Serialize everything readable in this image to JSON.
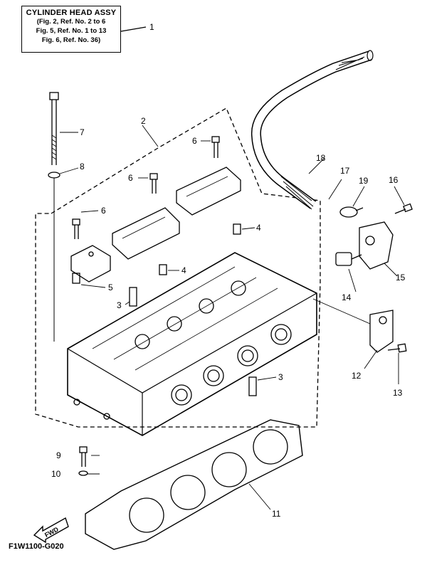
{
  "assembly_box": {
    "title": "CYLINDER HEAD ASSY",
    "refs": [
      "(Fig. 2, Ref. No. 2 to 6",
      "Fig. 5, Ref. No. 1 to 13",
      "Fig. 6, Ref. No. 36)"
    ]
  },
  "diagram_code": "F1W1100-G020",
  "fwd_label": "FWD",
  "callouts": {
    "c1": "1",
    "c2": "2",
    "c3a": "3",
    "c3b": "3",
    "c4a": "4",
    "c4b": "4",
    "c5": "5",
    "c6a": "6",
    "c6b": "6",
    "c6c": "6",
    "c7": "7",
    "c8": "8",
    "c9": "9",
    "c10": "10",
    "c11": "11",
    "c12": "12",
    "c13": "13",
    "c14": "14",
    "c15": "15",
    "c16": "16",
    "c17": "17",
    "c18": "18",
    "c19": "19"
  }
}
